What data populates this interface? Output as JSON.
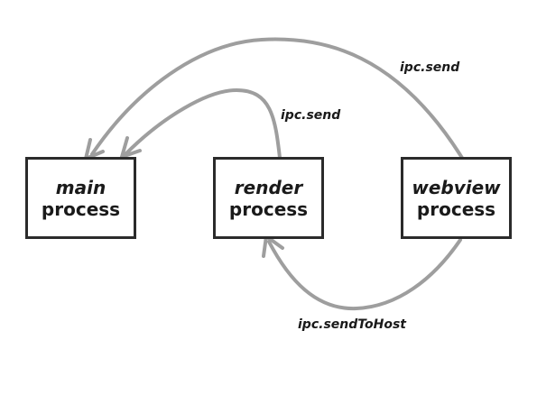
{
  "nodes": {
    "main": {
      "name": "main",
      "kind": "process"
    },
    "render": {
      "name": "render",
      "kind": "process"
    },
    "webview": {
      "name": "webview",
      "kind": "process"
    }
  },
  "edges": {
    "webview_to_main": {
      "label": "ipc.send",
      "from": "webview",
      "to": "main"
    },
    "render_to_main": {
      "label": "ipc.send",
      "from": "render",
      "to": "main"
    },
    "webview_to_render": {
      "label": "ipc.sendToHost",
      "from": "webview",
      "to": "render"
    }
  },
  "colors": {
    "arrow": "#9e9e9e",
    "box_border": "#2b2b2b",
    "text": "#1a1a1a"
  }
}
